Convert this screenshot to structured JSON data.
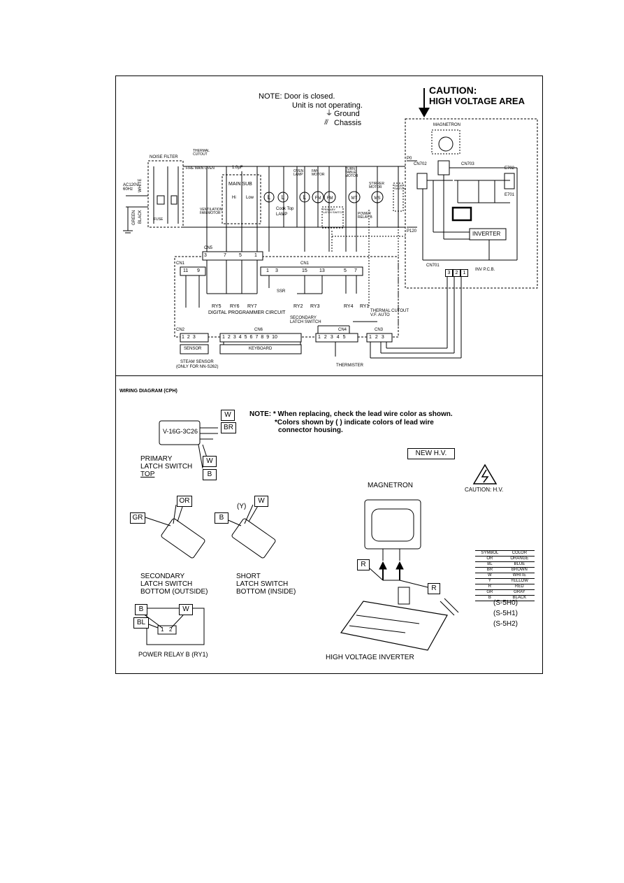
{
  "top_diagram": {
    "note_title": "NOTE:  Door is closed.",
    "note_line2": "Unit is not operating.",
    "ground_label": "Ground",
    "chassis_label": "Chassis",
    "caution_line1": "CAUTION:",
    "caution_line2": "HIGH VOLTAGE AREA",
    "magnetron": "MAGNETRON",
    "p0": "P0",
    "p120": "P120",
    "cn702": "CN702",
    "cn703": "CN703",
    "e702": "E702",
    "e701": "E701",
    "inverter": "INVERTER",
    "cn701": "CN701",
    "inv_pcb": "INV P.C.B.",
    "noise_filter": "NOISE FILTER",
    "thermal_cutout_top": "THERMAL CUTOUT",
    "fire_main_oven": "FIRE  MAIN  OVEN",
    "ac_input": "AC120V 60Hz",
    "white": "WHITE",
    "black": "BLACK",
    "green": "GREEN",
    "fuse": "FUSE",
    "cap_value": "1.0μF",
    "main_sub": "MAIN  SUB",
    "hi": "Hi",
    "low": "Low",
    "vent_motor": "VENTILATION FAN MOTOR",
    "cooktop_lamp_1": "Cook Top",
    "cooktop_lamp_2": "LAMP",
    "oven_lamp": "OVEN LAMP",
    "fan_motor": "FAN MOTOR",
    "turn_table_motor": "TURN TABLE MOTOR",
    "stirrer_motor": "STIRRER MOTOR",
    "short_switch": "SHORT SWITCH",
    "primary_latch_switch": "PRIMARY LATCH SWITCH",
    "power_relay_b": "POWER RELAY B",
    "cn5": "CN5",
    "cn1": "CN1",
    "cn1_left": "CN1",
    "ssr": "SSR",
    "cn5_pins": [
      "3",
      "7",
      "5",
      "1"
    ],
    "cn1_left_pins": [
      "11",
      "9"
    ],
    "cn1_pins": [
      "1",
      "3",
      "15",
      "13",
      "5",
      "7"
    ],
    "relays_left": [
      "RY5",
      "RY6",
      "RY7"
    ],
    "relays_mid": [
      "RY2",
      "RY3"
    ],
    "relays_right": [
      "RY4",
      "RY1"
    ],
    "dpc": "DIGITAL PROGRAMMER CIRCUIT",
    "secondary_latch_switch": "SECONDARY LATCH SWITCH",
    "thermal_cutout_vf": "THERMAL CUTOUT V.F. AUTO",
    "cn2": "CN2",
    "cn6": "CN6",
    "cn4": "CN4",
    "cn3": "CN3",
    "cn2_pins": [
      "1",
      "2",
      "3"
    ],
    "cn6_pins": [
      "1",
      "2",
      "3",
      "4",
      "5",
      "6",
      "7",
      "8",
      "9",
      "10"
    ],
    "cn4_pins": [
      "1",
      "2",
      "3",
      "4",
      "5"
    ],
    "cn3_pins": [
      "1",
      "2",
      "3"
    ],
    "cn701_pins": [
      "3",
      "2",
      "1"
    ],
    "sensor": "SENSOR",
    "keyboard": "KEYBOARD",
    "thermister": "THERMISTER",
    "steam_sensor": "STEAM SENSOR",
    "steam_sensor_note": "(ONLY FOR NN-S262)"
  },
  "bottom_diagram": {
    "title": "WIRING DIAGRAM (CPH)",
    "note_line1": "NOTE:  * When replacing, check the lead wire color as shown.",
    "note_line2": "*Colors shown by ( ) indicate colors of lead wire",
    "note_line3": "connector housing.",
    "new_hv": "NEW H.V.",
    "caution_hv": "CAUTION: H.V.",
    "primary_part": "V-16G-3C26",
    "primary_label_1": "PRIMARY",
    "primary_label_2": "LATCH SWITCH",
    "primary_label_3": "TOP",
    "tag_w": "W",
    "tag_br": "BR",
    "tag_b": "B",
    "tag_or": "OR",
    "tag_gr": "GR",
    "tag_bl": "BL",
    "tag_r": "R",
    "tag_y": "(Y)",
    "secondary_label_1": "SECONDARY",
    "secondary_label_2": "LATCH SWITCH",
    "secondary_label_3": "BOTTOM (OUTSIDE)",
    "short_label_1": "SHORT",
    "short_label_2": "LATCH SWITCH",
    "short_label_3": "BOTTOM (INSIDE)",
    "relay_pin_1": "1",
    "relay_pin_2": "2",
    "relay_label": "POWER RELAY B (RY1)",
    "magnetron_label": "MAGNETRON",
    "hv_inverter_label": "HIGH VOLTAGE INVERTER",
    "model_1": "(S-5H0)",
    "model_2": "(S-5H1)",
    "model_3": "(S-5H2)",
    "color_table_header": [
      "SYMBOL",
      "COLOR"
    ],
    "color_table": [
      [
        "OR",
        "ORANGE"
      ],
      [
        "BL",
        "BLUE"
      ],
      [
        "BR",
        "BROWN"
      ],
      [
        "W",
        "WHITE"
      ],
      [
        "Y",
        "YELLOW"
      ],
      [
        "R",
        "RED"
      ],
      [
        "GR",
        "GRAY"
      ],
      [
        "B",
        "BLACK"
      ]
    ]
  }
}
